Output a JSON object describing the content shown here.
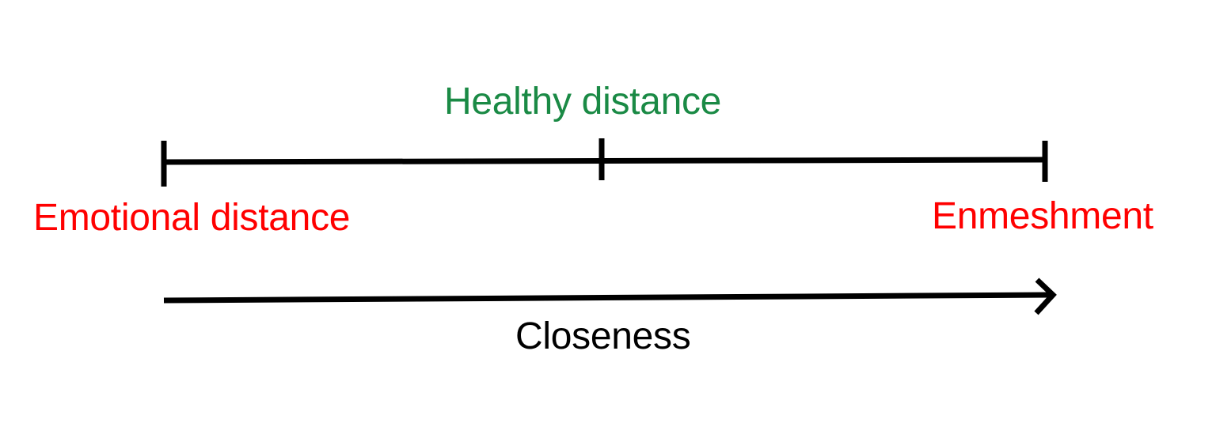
{
  "diagram": {
    "type": "spectrum",
    "labels": {
      "midpoint": "Healthy distance",
      "left_end": "Emotional distance",
      "right_end": "Enmeshment",
      "axis": "Closeness"
    },
    "colors": {
      "midpoint": "#1a8a45",
      "extremes": "#ff0000",
      "axis": "#000000",
      "lines": "#000000"
    },
    "scale": {
      "ticks": [
        "left",
        "center",
        "right"
      ]
    },
    "arrow": {
      "direction": "right"
    }
  }
}
